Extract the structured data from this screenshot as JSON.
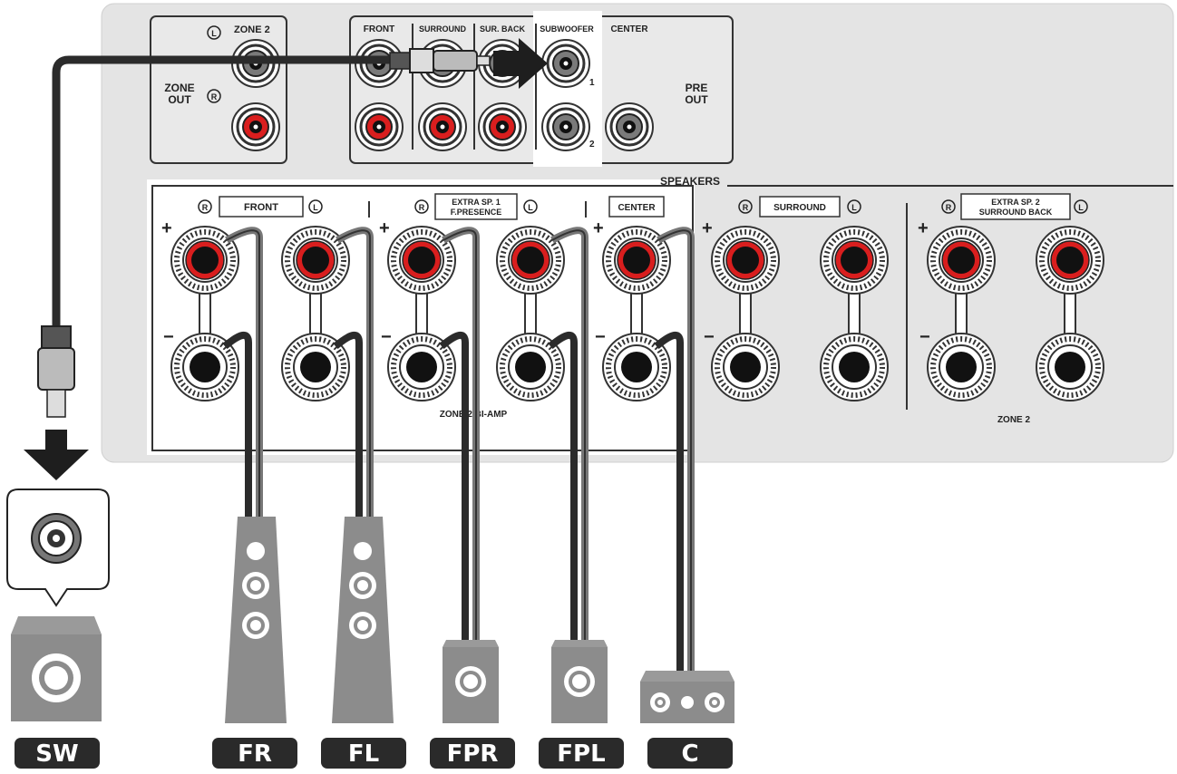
{
  "zone_out": {
    "zone2_label": "ZONE 2",
    "zone_out_label_1": "ZONE",
    "zone_out_label_2": "OUT",
    "left_symbol": "L",
    "right_symbol": "R"
  },
  "pre_out": {
    "headers": [
      "FRONT",
      "SURROUND",
      "SUR. BACK",
      "SUBWOOFER",
      "CENTER"
    ],
    "label_1": "PRE",
    "label_2": "OUT",
    "sub_number_1": "1",
    "sub_number_2": "2"
  },
  "speakers": {
    "section_label": "SPEAKERS",
    "plus_sign": "+",
    "minus_sign": "−",
    "groups": {
      "front": "FRONT",
      "extra1_line1": "EXTRA SP. 1",
      "extra1_line2": "F.PRESENCE",
      "center": "CENTER",
      "surround": "SURROUND",
      "extra2_line1": "EXTRA SP. 2",
      "extra2_line2": "SURROUND BACK"
    },
    "left_symbol": "L",
    "right_symbol": "R",
    "zone_biamp_label": "ZONE 2/BI-AMP",
    "zone2_bottom_label": "ZONE 2"
  },
  "speaker_tags": {
    "sw": "SW",
    "fr": "FR",
    "fl": "FL",
    "fpr": "FPR",
    "fpl": "FPL",
    "c": "C"
  },
  "colors": {
    "panel": "#e4e4e4",
    "terminal_red": "#d91e1e",
    "tag_bg": "#2a2a2a",
    "speaker_gray": "#8c8c8c",
    "cable": "#2b2b2b"
  }
}
